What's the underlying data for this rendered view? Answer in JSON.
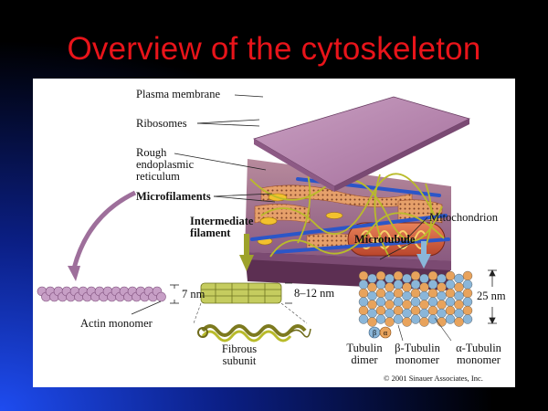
{
  "slide": {
    "title": "Overview of the cytoskeleton",
    "colors": {
      "background": "#000000",
      "title": "#e8141a",
      "panel": "#ffffff"
    }
  },
  "diagram": {
    "labels": {
      "plasma_membrane": "Plasma membrane",
      "ribosomes": "Ribosomes",
      "rough_er": [
        "Rough",
        "endoplasmic",
        "reticulum"
      ],
      "microfilaments": "Microfilaments",
      "intermediate_filament": [
        "Intermediate",
        "filament"
      ],
      "mitochondrion": "Mitochondrion",
      "microtubule": "Microtubule",
      "actin_monomer": "Actin monomer",
      "fibrous_subunit": [
        "Fibrous",
        "subunit"
      ],
      "tubulin_dimer": [
        "Tubulin",
        "dimer"
      ],
      "beta_tubulin": [
        "β-Tubulin",
        "monomer"
      ],
      "alpha_tubulin": [
        "α-Tubulin",
        "monomer"
      ],
      "beta_symbol": "β",
      "alpha_symbol": "α"
    },
    "dimensions": {
      "actin": "7 nm",
      "intermediate": "8–12 nm",
      "microtubule": "25 nm"
    },
    "copyright": "© 2001 Sinauer Associates, Inc."
  }
}
